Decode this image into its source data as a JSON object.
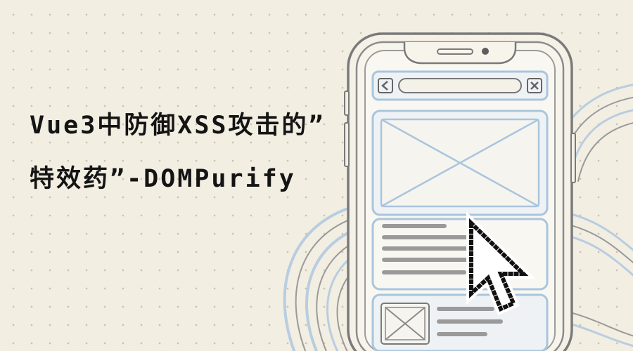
{
  "article": {
    "title_line_1": "Vue3中防御XSS攻击的”",
    "title_line_2": "特效药”-DOMPurify"
  },
  "illustration": {
    "subject": "smartphone wireframe mockup with pixel mouse cursor",
    "icons": [
      "back-icon",
      "close-icon",
      "image-placeholder-icon",
      "pixel-cursor-icon"
    ]
  },
  "colors": {
    "background": "#f3eee2",
    "grid_dots": "#8a8574",
    "phone_outline": "#7d7d7d",
    "wire_blue": "#a9c5de",
    "text": "#141414"
  }
}
